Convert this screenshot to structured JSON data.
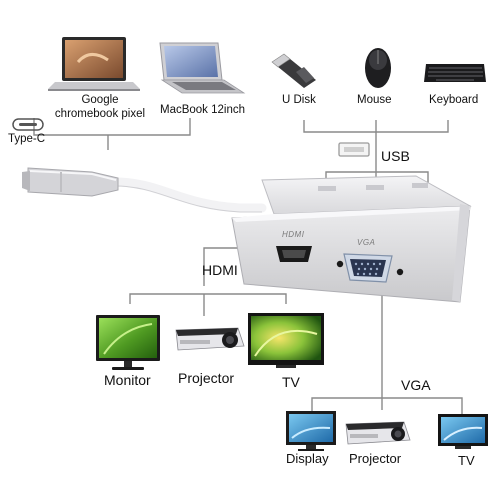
{
  "sources": {
    "chromebook_label_1": "Google",
    "chromebook_label_2": "chromebook pixel",
    "macbook_label": "MacBook 12inch",
    "connector_label": "Type-C"
  },
  "usb": {
    "group_label": "USB",
    "udisk_label": "U Disk",
    "mouse_label": "Mouse",
    "keyboard_label": "Keyboard"
  },
  "adapter": {
    "hdmi_port_label": "HDMI",
    "vga_port_label": "VGA"
  },
  "hdmi": {
    "group_label": "HDMI",
    "monitor_label": "Monitor",
    "projector_label": "Projector",
    "tv_label": "TV"
  },
  "vga": {
    "group_label": "VGA",
    "display_label": "Display",
    "projector_label": "Projector",
    "tv_label": "TV"
  },
  "colors": {
    "line": "#8a8a8a",
    "adapter_body": "#e8e8ea",
    "screen_green": "#5aa02c"
  }
}
